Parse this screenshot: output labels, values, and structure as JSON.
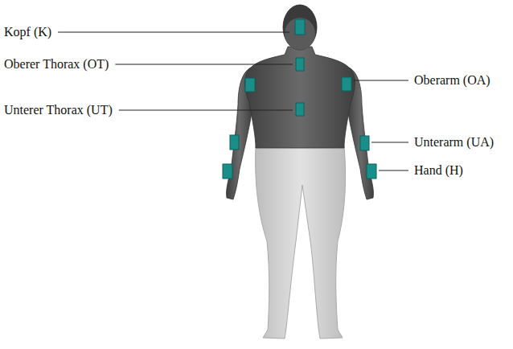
{
  "diagram": {
    "labels": [
      "Kopf (K)",
      "Oberer Thorax (OT)",
      "Unterer Thorax (UT)",
      "Oberarm (OA)",
      "Unterarm (UA)",
      "Hand (H)"
    ]
  }
}
